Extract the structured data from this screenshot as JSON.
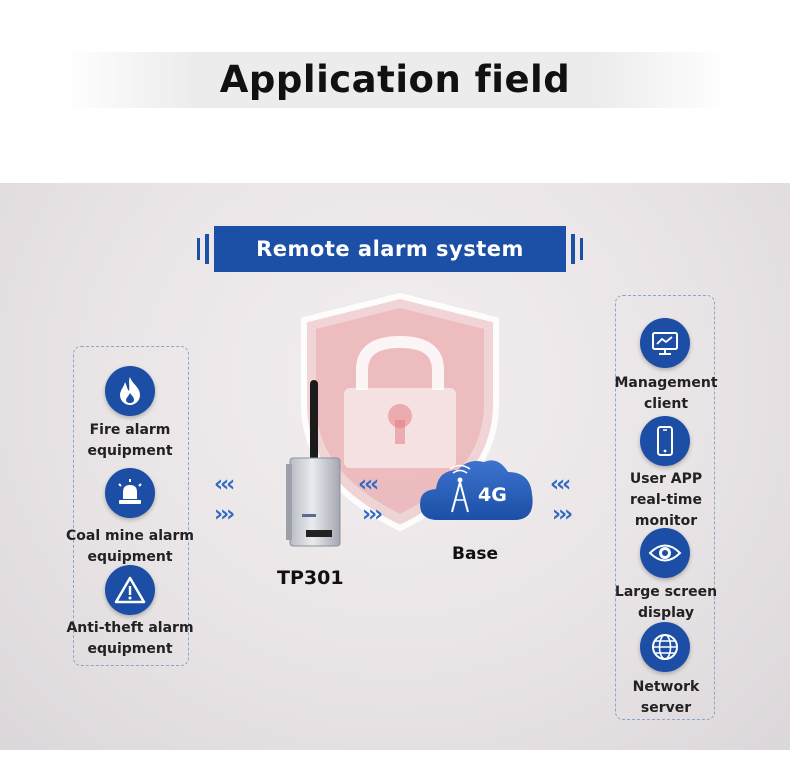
{
  "page_title": "Application field",
  "banner": "Remote alarm system",
  "left_items": [
    {
      "label": "Fire alarm\nequipment",
      "icon": "fire-icon"
    },
    {
      "label": "Coal mine alarm\nequipment",
      "icon": "alarm-light-icon"
    },
    {
      "label": "Anti-theft alarm\nequipment",
      "icon": "warning-icon"
    }
  ],
  "device_label": "TP301",
  "cloud_text": "4G",
  "base_label": "Base",
  "right_items": [
    {
      "label": "Management\nclient",
      "icon": "monitor-icon"
    },
    {
      "label": "User APP\nreal-time\nmonitor",
      "icon": "smartphone-icon"
    },
    {
      "label": "Large screen\ndisplay",
      "icon": "eye-icon"
    },
    {
      "label": "Network\nserver",
      "icon": "globe-icon"
    }
  ],
  "colors": {
    "accent_blue": "#1c4fa6",
    "arrow_blue": "#2f69c4",
    "shield_red": "#e06a6f"
  }
}
